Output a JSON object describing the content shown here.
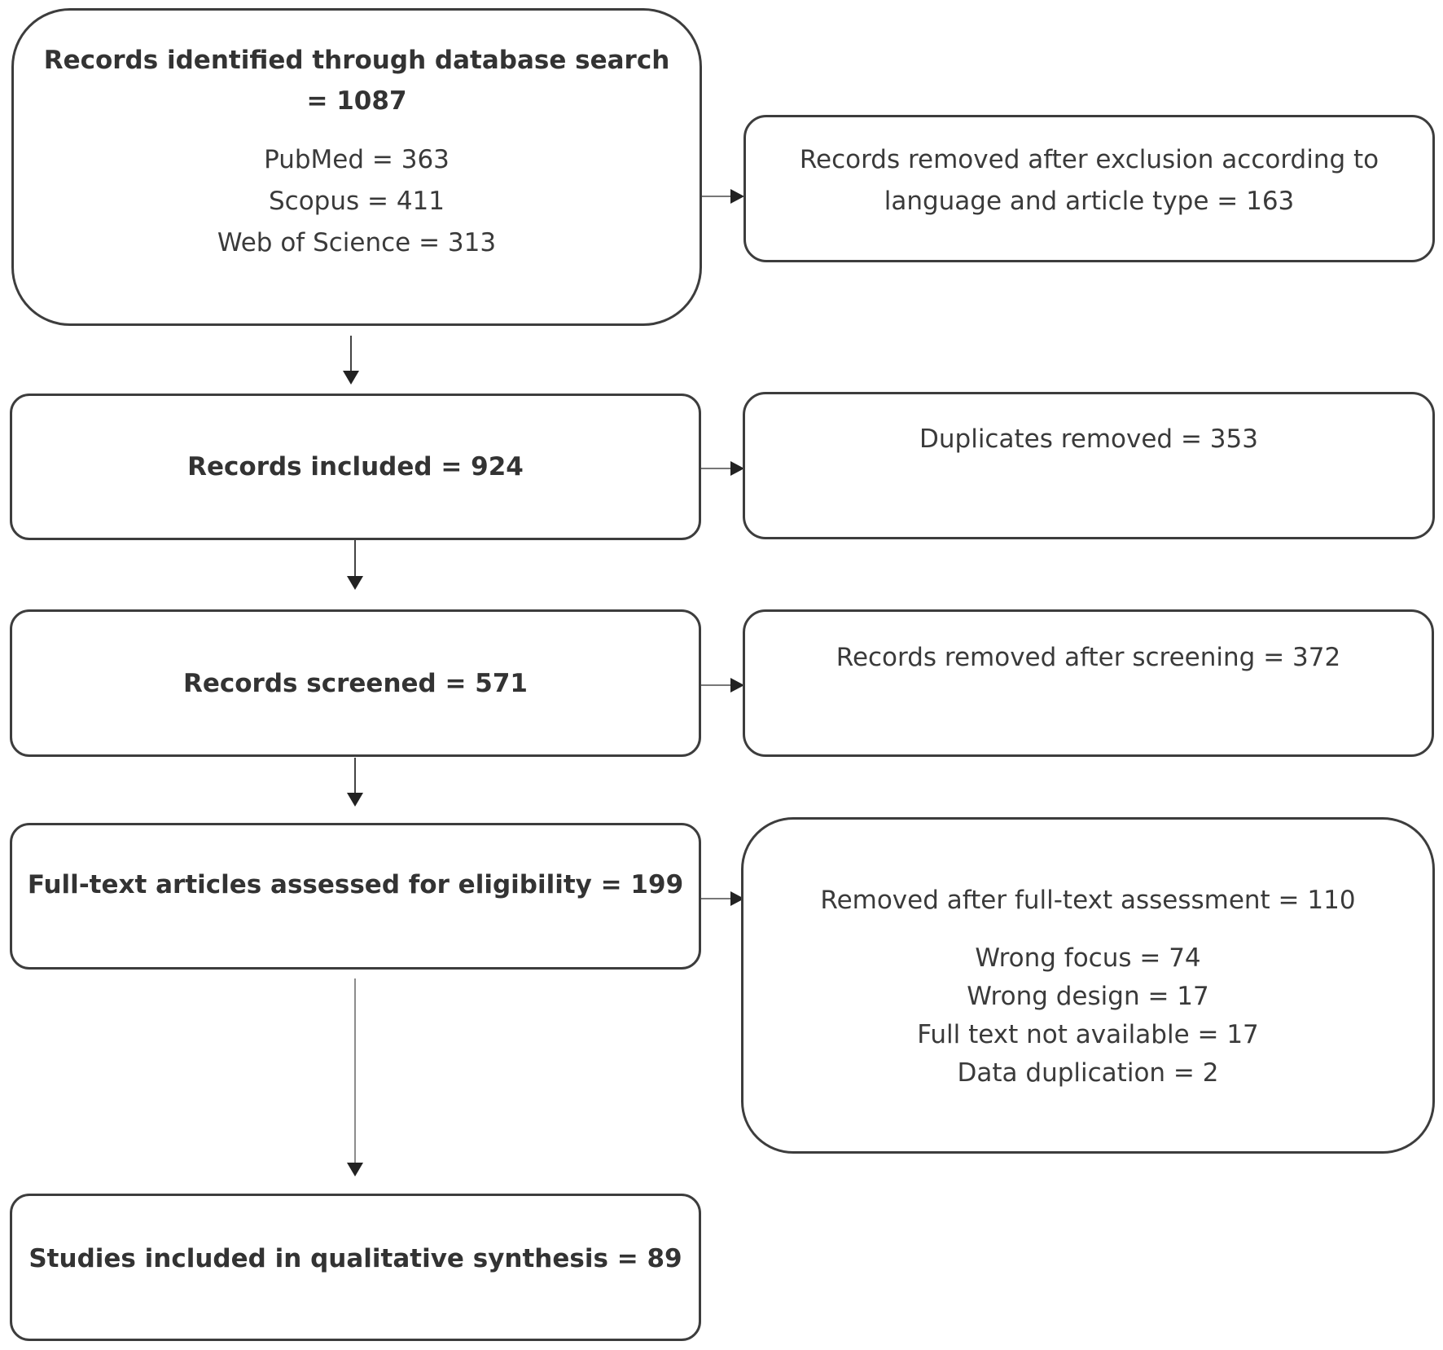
{
  "flow": {
    "identified": {
      "title_line1": "Records identified through database search",
      "title_line2": "= 1087",
      "sources": [
        "PubMed = 363",
        "Scopus = 411",
        "Web of Science = 313"
      ]
    },
    "excluded_language": {
      "line1": "Records removed after exclusion according to",
      "line2": "language and article type = 163"
    },
    "included": {
      "label": "Records included = 924"
    },
    "duplicates": {
      "label": "Duplicates removed = 353"
    },
    "screened": {
      "label": "Records screened = 571"
    },
    "removed_screening": {
      "label": "Records removed after screening = 372"
    },
    "fulltext": {
      "label": "Full-text articles assessed for eligibility = 199"
    },
    "removed_fulltext": {
      "title": "Removed after full-text assessment = 110",
      "reasons": [
        "Wrong focus = 74",
        "Wrong design = 17",
        "Full text not available = 17",
        "Data duplication = 2"
      ]
    },
    "synthesis": {
      "label": "Studies included in qualitative synthesis = 89"
    }
  }
}
